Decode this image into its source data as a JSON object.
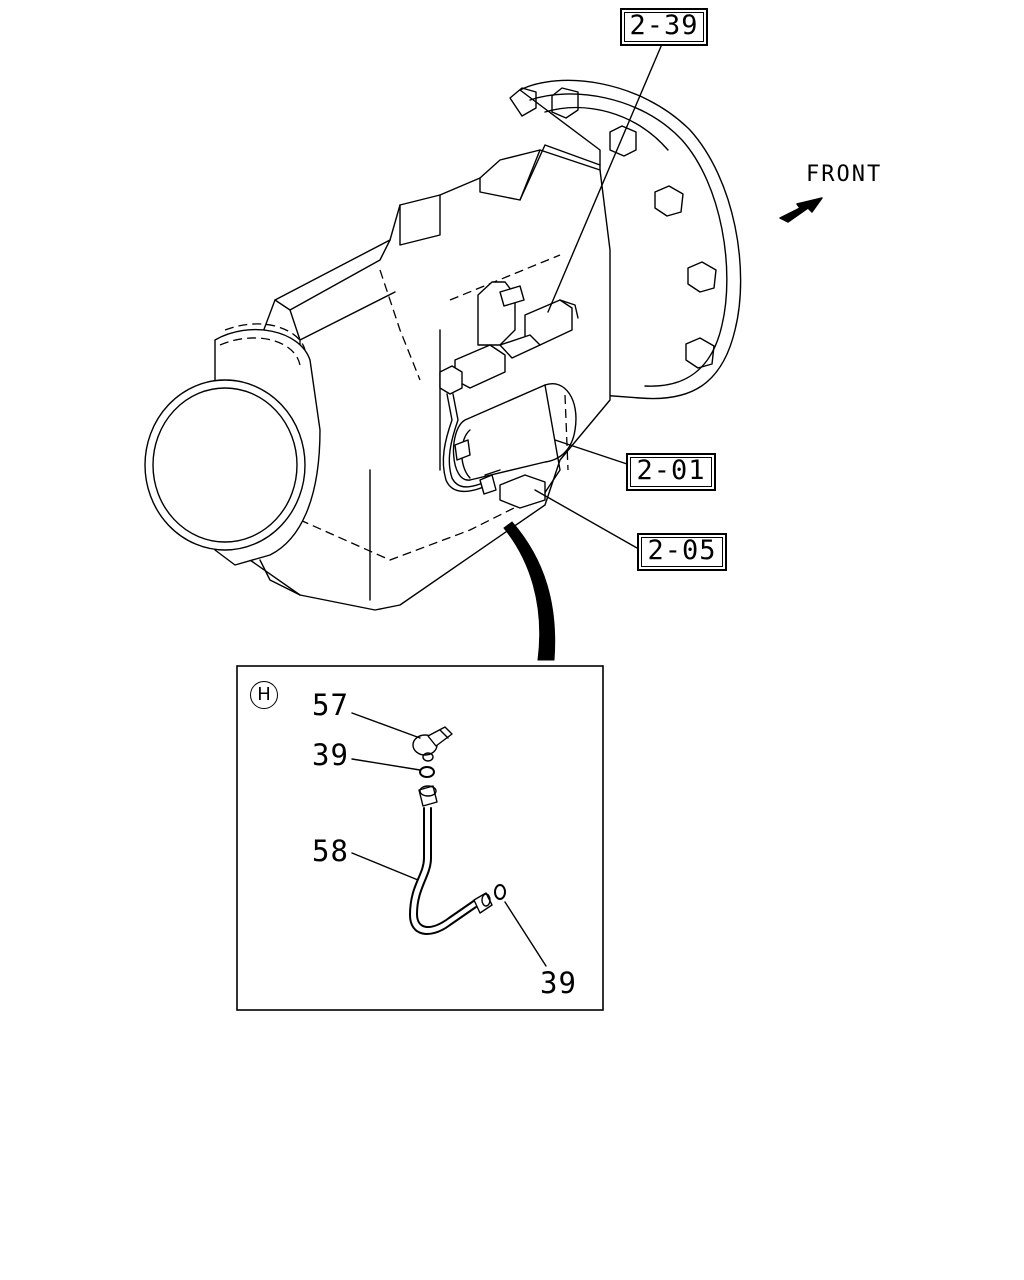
{
  "diagram": {
    "front_label": "FRONT",
    "references": [
      {
        "id": "ref-2-39",
        "label": "2-39"
      },
      {
        "id": "ref-2-01",
        "label": "2-01"
      },
      {
        "id": "ref-2-05",
        "label": "2-05"
      }
    ],
    "detail": {
      "marker": "H",
      "callouts": [
        {
          "id": "part-57",
          "label": "57"
        },
        {
          "id": "part-39-upper",
          "label": "39"
        },
        {
          "id": "part-58",
          "label": "58"
        },
        {
          "id": "part-39-lower",
          "label": "39"
        }
      ]
    }
  }
}
